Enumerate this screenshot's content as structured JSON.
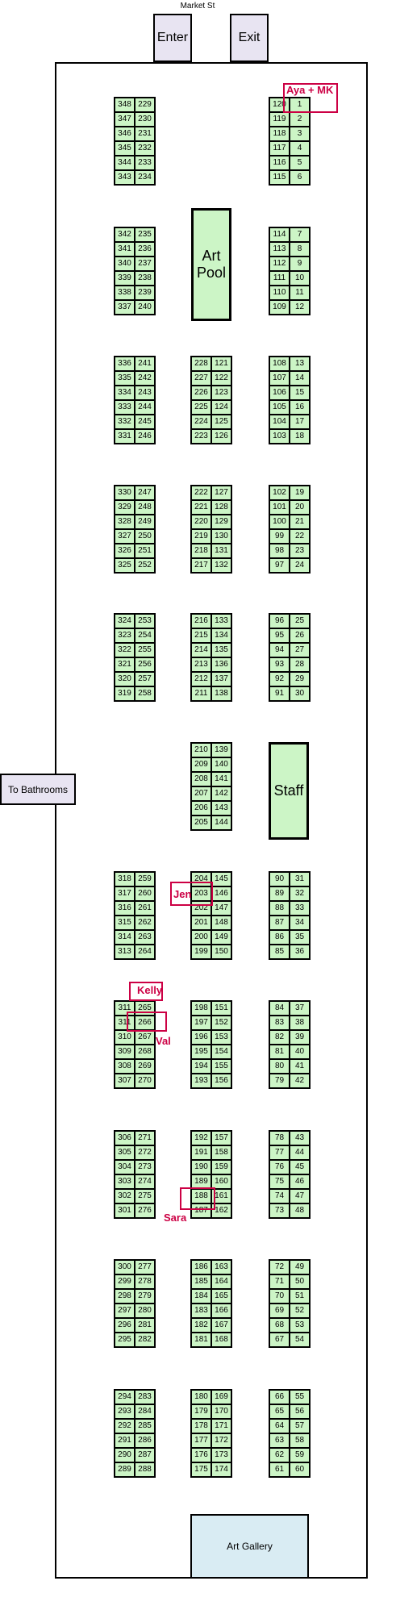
{
  "street_label": "Market St",
  "enter_label": "Enter",
  "exit_label": "Exit",
  "bathrooms_label": "To Bathrooms",
  "art_pool_line1": "Art",
  "art_pool_line2": "Pool",
  "staff_label": "Staff",
  "gallery_label": "Art Gallery",
  "colors": {
    "stall": "#ccf5c6",
    "door": "#e8e4f2",
    "gallery": "#d9ecf3",
    "marker": "#cc0044",
    "outline": "#000000"
  },
  "left_column": [
    [
      [
        348,
        229
      ],
      [
        347,
        230
      ],
      [
        346,
        231
      ],
      [
        345,
        232
      ],
      [
        344,
        233
      ],
      [
        343,
        234
      ]
    ],
    [
      [
        342,
        235
      ],
      [
        341,
        236
      ],
      [
        340,
        237
      ],
      [
        339,
        238
      ],
      [
        338,
        239
      ],
      [
        337,
        240
      ]
    ],
    [
      [
        336,
        241
      ],
      [
        335,
        242
      ],
      [
        334,
        243
      ],
      [
        333,
        244
      ],
      [
        332,
        245
      ],
      [
        331,
        246
      ]
    ],
    [
      [
        330,
        247
      ],
      [
        329,
        248
      ],
      [
        328,
        249
      ],
      [
        327,
        250
      ],
      [
        326,
        251
      ],
      [
        325,
        252
      ]
    ],
    [
      [
        324,
        253
      ],
      [
        323,
        254
      ],
      [
        322,
        255
      ],
      [
        321,
        256
      ],
      [
        320,
        257
      ],
      [
        319,
        258
      ]
    ],
    null,
    [
      [
        318,
        259
      ],
      [
        317,
        260
      ],
      [
        316,
        261
      ],
      [
        315,
        262
      ],
      [
        314,
        263
      ],
      [
        313,
        264
      ]
    ],
    [
      [
        311,
        265
      ],
      [
        311,
        266
      ],
      [
        310,
        267
      ],
      [
        309,
        268
      ],
      [
        308,
        269
      ],
      [
        307,
        270
      ]
    ],
    [
      [
        306,
        271
      ],
      [
        305,
        272
      ],
      [
        304,
        273
      ],
      [
        303,
        274
      ],
      [
        302,
        275
      ],
      [
        301,
        276
      ]
    ],
    [
      [
        300,
        277
      ],
      [
        299,
        278
      ],
      [
        298,
        279
      ],
      [
        297,
        280
      ],
      [
        296,
        281
      ],
      [
        295,
        282
      ]
    ],
    [
      [
        294,
        283
      ],
      [
        293,
        284
      ],
      [
        292,
        285
      ],
      [
        291,
        286
      ],
      [
        290,
        287
      ],
      [
        289,
        288
      ]
    ]
  ],
  "middle_column": [
    null,
    null,
    [
      [
        228,
        121
      ],
      [
        227,
        122
      ],
      [
        226,
        123
      ],
      [
        225,
        124
      ],
      [
        224,
        125
      ],
      [
        223,
        126
      ]
    ],
    [
      [
        222,
        127
      ],
      [
        221,
        128
      ],
      [
        220,
        129
      ],
      [
        219,
        130
      ],
      [
        218,
        131
      ],
      [
        217,
        132
      ]
    ],
    [
      [
        216,
        133
      ],
      [
        215,
        134
      ],
      [
        214,
        135
      ],
      [
        213,
        136
      ],
      [
        212,
        137
      ],
      [
        211,
        138
      ]
    ],
    [
      [
        210,
        139
      ],
      [
        209,
        140
      ],
      [
        208,
        141
      ],
      [
        207,
        142
      ],
      [
        206,
        143
      ],
      [
        205,
        144
      ]
    ],
    [
      [
        204,
        145
      ],
      [
        203,
        146
      ],
      [
        202,
        147
      ],
      [
        201,
        148
      ],
      [
        200,
        149
      ],
      [
        199,
        150
      ]
    ],
    [
      [
        198,
        151
      ],
      [
        197,
        152
      ],
      [
        196,
        153
      ],
      [
        195,
        154
      ],
      [
        194,
        155
      ],
      [
        193,
        156
      ]
    ],
    [
      [
        192,
        157
      ],
      [
        191,
        158
      ],
      [
        190,
        159
      ],
      [
        189,
        160
      ],
      [
        188,
        161
      ],
      [
        187,
        162
      ]
    ],
    [
      [
        186,
        163
      ],
      [
        185,
        164
      ],
      [
        184,
        165
      ],
      [
        183,
        166
      ],
      [
        182,
        167
      ],
      [
        181,
        168
      ]
    ],
    [
      [
        180,
        169
      ],
      [
        179,
        170
      ],
      [
        178,
        171
      ],
      [
        177,
        172
      ],
      [
        176,
        173
      ],
      [
        175,
        174
      ]
    ]
  ],
  "right_column": [
    [
      [
        120,
        1
      ],
      [
        119,
        2
      ],
      [
        118,
        3
      ],
      [
        117,
        4
      ],
      [
        116,
        5
      ],
      [
        115,
        6
      ]
    ],
    [
      [
        114,
        7
      ],
      [
        113,
        8
      ],
      [
        112,
        9
      ],
      [
        111,
        10
      ],
      [
        110,
        11
      ],
      [
        109,
        12
      ]
    ],
    [
      [
        108,
        13
      ],
      [
        107,
        14
      ],
      [
        106,
        15
      ],
      [
        105,
        16
      ],
      [
        104,
        17
      ],
      [
        103,
        18
      ]
    ],
    [
      [
        102,
        19
      ],
      [
        101,
        20
      ],
      [
        100,
        21
      ],
      [
        99,
        22
      ],
      [
        98,
        23
      ],
      [
        97,
        24
      ]
    ],
    [
      [
        96,
        25
      ],
      [
        95,
        26
      ],
      [
        94,
        27
      ],
      [
        93,
        28
      ],
      [
        92,
        29
      ],
      [
        91,
        30
      ]
    ],
    null,
    [
      [
        90,
        31
      ],
      [
        89,
        32
      ],
      [
        88,
        33
      ],
      [
        87,
        34
      ],
      [
        86,
        35
      ],
      [
        85,
        36
      ]
    ],
    [
      [
        84,
        37
      ],
      [
        83,
        38
      ],
      [
        82,
        39
      ],
      [
        81,
        40
      ],
      [
        80,
        41
      ],
      [
        79,
        42
      ]
    ],
    [
      [
        78,
        43
      ],
      [
        77,
        44
      ],
      [
        76,
        45
      ],
      [
        75,
        46
      ],
      [
        74,
        47
      ],
      [
        73,
        48
      ]
    ],
    [
      [
        72,
        49
      ],
      [
        71,
        50
      ],
      [
        70,
        51
      ],
      [
        69,
        52
      ],
      [
        68,
        53
      ],
      [
        67,
        54
      ]
    ],
    [
      [
        66,
        55
      ],
      [
        65,
        56
      ],
      [
        64,
        57
      ],
      [
        63,
        58
      ],
      [
        62,
        59
      ],
      [
        61,
        60
      ]
    ]
  ],
  "markers": [
    "Aya + MK",
    "Jen",
    "Kelly",
    "Val",
    "Sara"
  ]
}
